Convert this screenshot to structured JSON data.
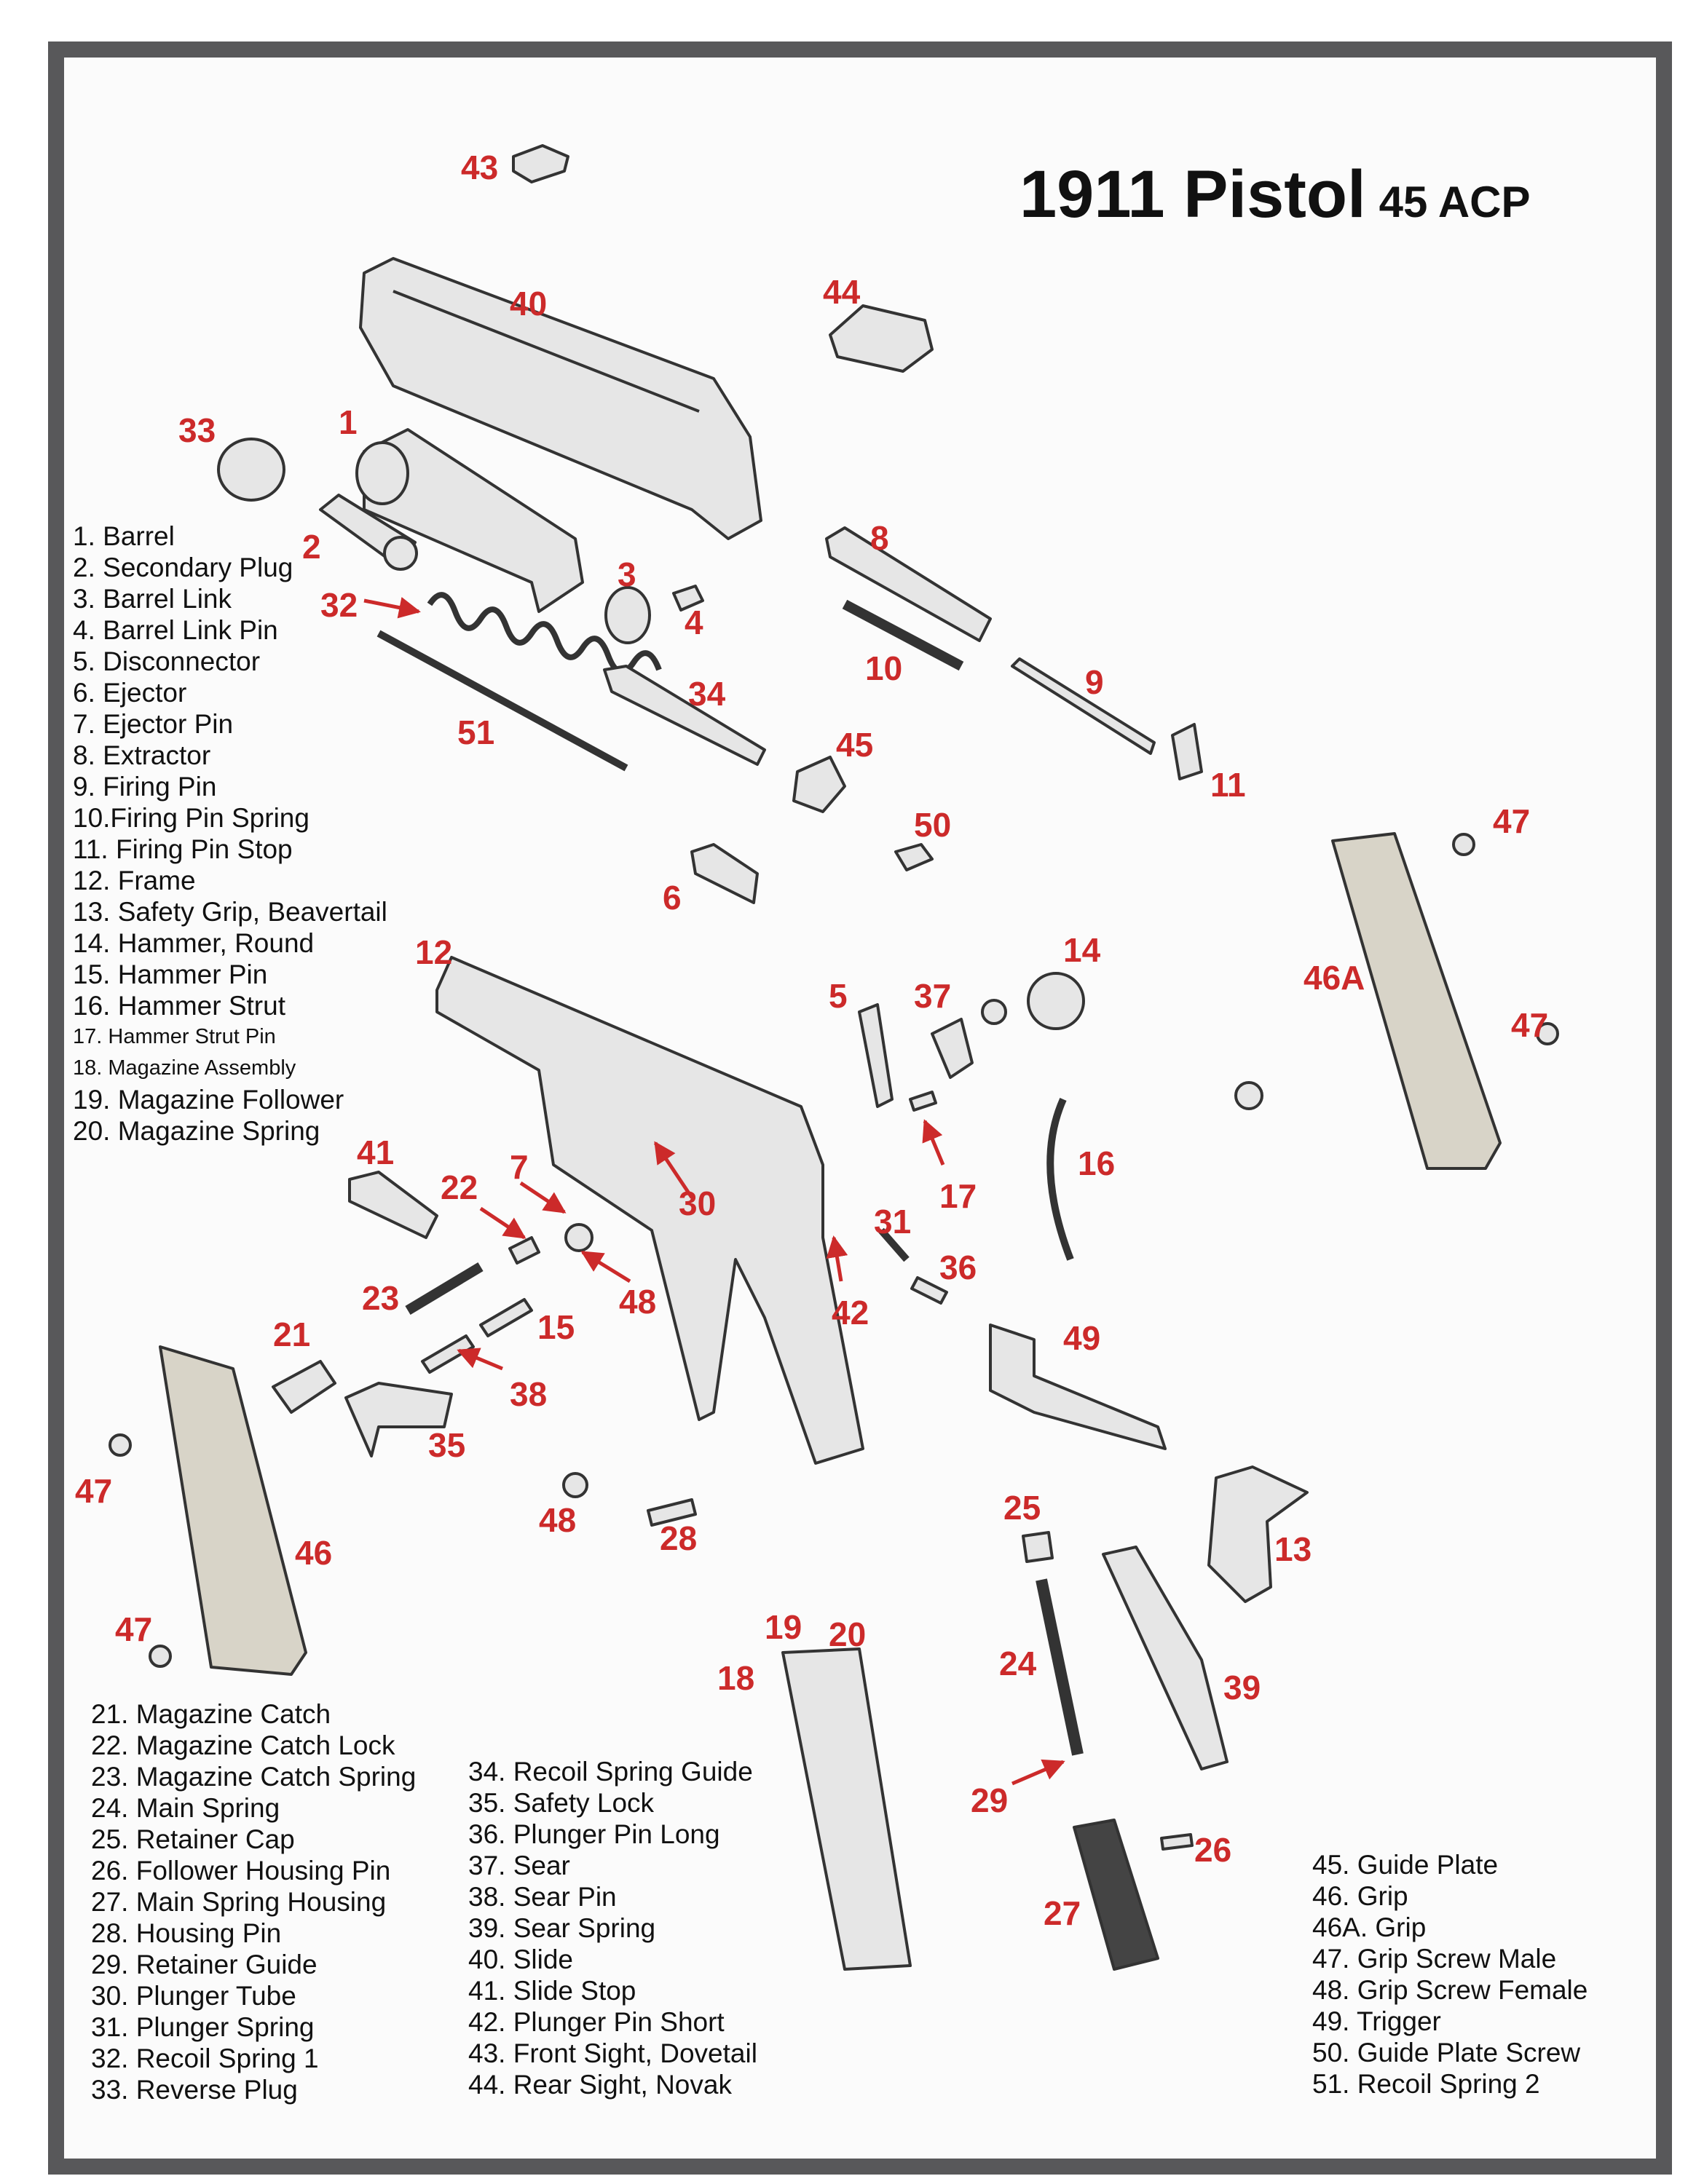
{
  "title": {
    "main": "1911 Pistol",
    "sub": "45 ACP"
  },
  "legend_a": [
    "1. Barrel",
    "2. Secondary Plug",
    "3. Barrel Link",
    "4. Barrel Link Pin",
    "5. Disconnector",
    "6. Ejector",
    "7. Ejector Pin",
    "8. Extractor",
    "9. Firing Pin",
    "10.Firing Pin Spring",
    "11. Firing Pin Stop",
    "12. Frame",
    "13. Safety Grip, Beavertail",
    "14. Hammer, Round",
    "15. Hammer Pin",
    "16. Hammer Strut",
    "17. Hammer Strut Pin",
    "18. Magazine Assembly",
    "19. Magazine Follower",
    "20. Magazine Spring"
  ],
  "legend_b": [
    "21. Magazine Catch",
    "22. Magazine Catch Lock",
    "23. Magazine Catch Spring",
    "24. Main Spring",
    "25. Retainer Cap",
    "26. Follower Housing Pin",
    "27. Main Spring Housing",
    "28. Housing Pin",
    "29. Retainer Guide",
    "30. Plunger Tube",
    "31. Plunger Spring",
    "32. Recoil Spring 1",
    "33. Reverse Plug"
  ],
  "legend_c": [
    "34. Recoil Spring Guide",
    "35. Safety Lock",
    "36. Plunger Pin Long",
    "37. Sear",
    "38. Sear Pin",
    "39. Sear Spring",
    "40. Slide",
    "41. Slide Stop",
    "42. Plunger Pin Short",
    "43. Front Sight, Dovetail",
    "44. Rear Sight, Novak"
  ],
  "legend_d": [
    "45. Guide Plate",
    "46. Grip",
    "46A. Grip",
    "47. Grip Screw Male",
    "48. Grip Screw Female",
    "49. Trigger",
    "50. Guide Plate Screw",
    "51. Recoil Spring 2"
  ],
  "callouts": [
    "43",
    "40",
    "44",
    "33",
    "1",
    "2",
    "32",
    "3",
    "4",
    "8",
    "10",
    "9",
    "34",
    "51",
    "45",
    "11",
    "50",
    "47",
    "6",
    "12",
    "14",
    "5",
    "37",
    "46A",
    "47",
    "41",
    "22",
    "7",
    "30",
    "17",
    "16",
    "31",
    "36",
    "23",
    "48",
    "42",
    "21",
    "15",
    "49",
    "38",
    "35",
    "47",
    "48",
    "28",
    "25",
    "13",
    "46",
    "24",
    "47",
    "19",
    "20",
    "18",
    "39",
    "29",
    "26",
    "27"
  ],
  "colors": {
    "frame": "#58585a",
    "callout": "#cc2a2a",
    "text": "#111111"
  }
}
